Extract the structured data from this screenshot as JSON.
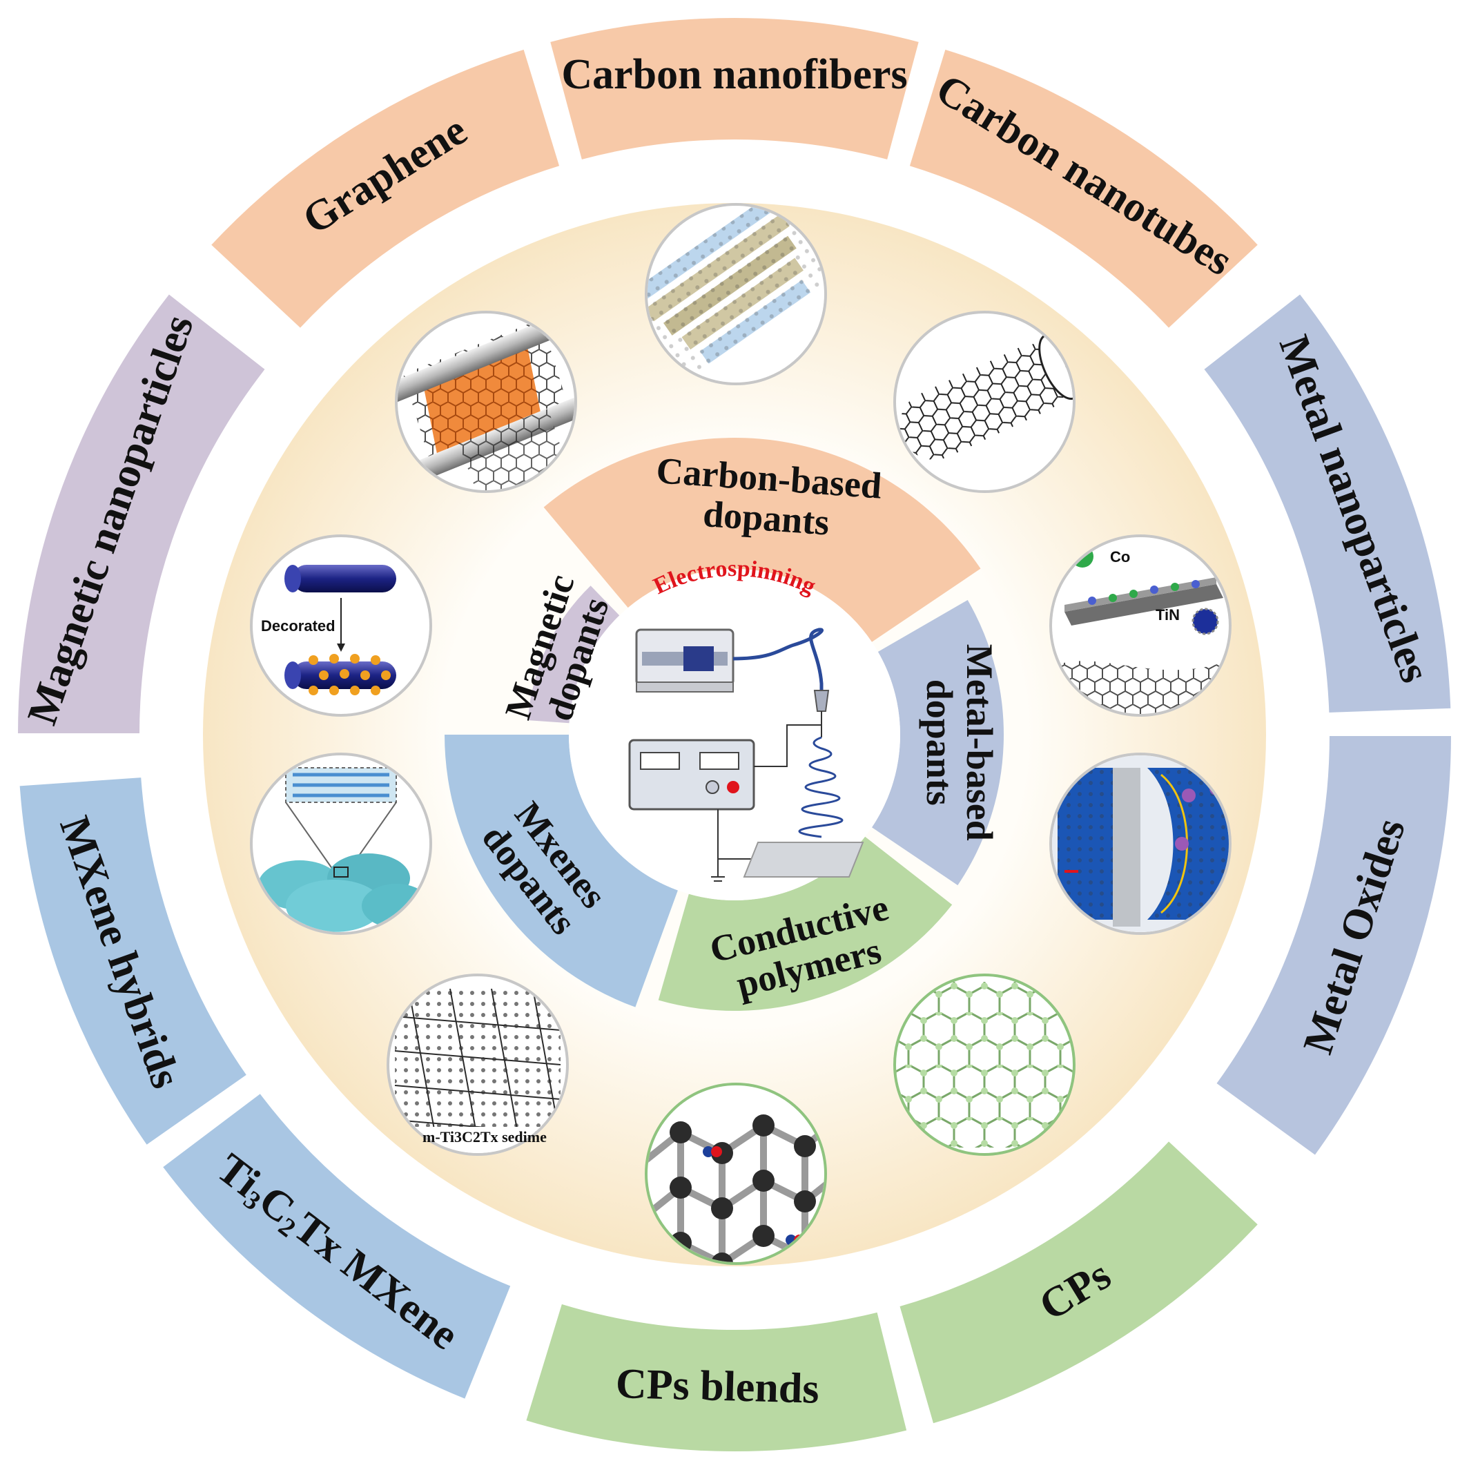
{
  "center": {
    "title": "Electrospinning"
  },
  "outer_segments": [
    {
      "id": "graphene",
      "label": "Graphene",
      "color": "#f7c9a8"
    },
    {
      "id": "carbon-nanofibers",
      "label": "Carbon nanofibers",
      "color": "#f7c9a8"
    },
    {
      "id": "carbon-nanotubes",
      "label": "Carbon nanotubes",
      "color": "#f7c9a8"
    },
    {
      "id": "metal-nanoparticles",
      "label": "Metal nanoparticles",
      "color": "#b7c4de"
    },
    {
      "id": "metal-oxides",
      "label": "Metal Oxides",
      "color": "#b7c4de"
    },
    {
      "id": "cps",
      "label": "CPs",
      "color": "#b9d9a3"
    },
    {
      "id": "cps-blends",
      "label": "CPs blends",
      "color": "#b9d9a3"
    },
    {
      "id": "ti3c2tx-mxene",
      "label": "Ti3C2Tx MXene",
      "label_parts": [
        "Ti",
        "3",
        "C",
        "2",
        "Tx MXene"
      ],
      "color": "#a9c6e3"
    },
    {
      "id": "mxene-hybrids",
      "label": "MXene hybrids",
      "color": "#a9c6e3"
    },
    {
      "id": "magnetic-nanoparticles",
      "label": "Magnetic nanoparticles",
      "color": "#cfc4d8"
    }
  ],
  "inner_segments": [
    {
      "id": "carbon-based",
      "lines": [
        "Carbon-based",
        "dopants"
      ],
      "color": "#f7c9a8"
    },
    {
      "id": "metal-based",
      "lines": [
        "Metal-based",
        "dopants"
      ],
      "color": "#b7c4de"
    },
    {
      "id": "conductive-polymers",
      "lines": [
        "Conductive",
        "polymers"
      ],
      "color": "#b9d9a3"
    },
    {
      "id": "mxenes",
      "lines": [
        "Mxenes",
        "dopants"
      ],
      "color": "#a9c6e3"
    },
    {
      "id": "magnetic",
      "lines": [
        "Magnetic",
        "dopants"
      ],
      "color": "#cfc4d8"
    }
  ],
  "image_captions": {
    "magnetic": "Decorated",
    "metal_co": "Co",
    "metal_tin": "TiN",
    "mxene_sediment": "m-Ti3C2Tx sedime"
  },
  "colors": {
    "orange": "#f7c9a8",
    "blue_grey": "#b7c4de",
    "green": "#b9d9a3",
    "light_blue": "#a9c6e3",
    "lavender": "#cfc4d8",
    "cream_ring": "#fbeed6",
    "accent_red": "#e0141c"
  }
}
